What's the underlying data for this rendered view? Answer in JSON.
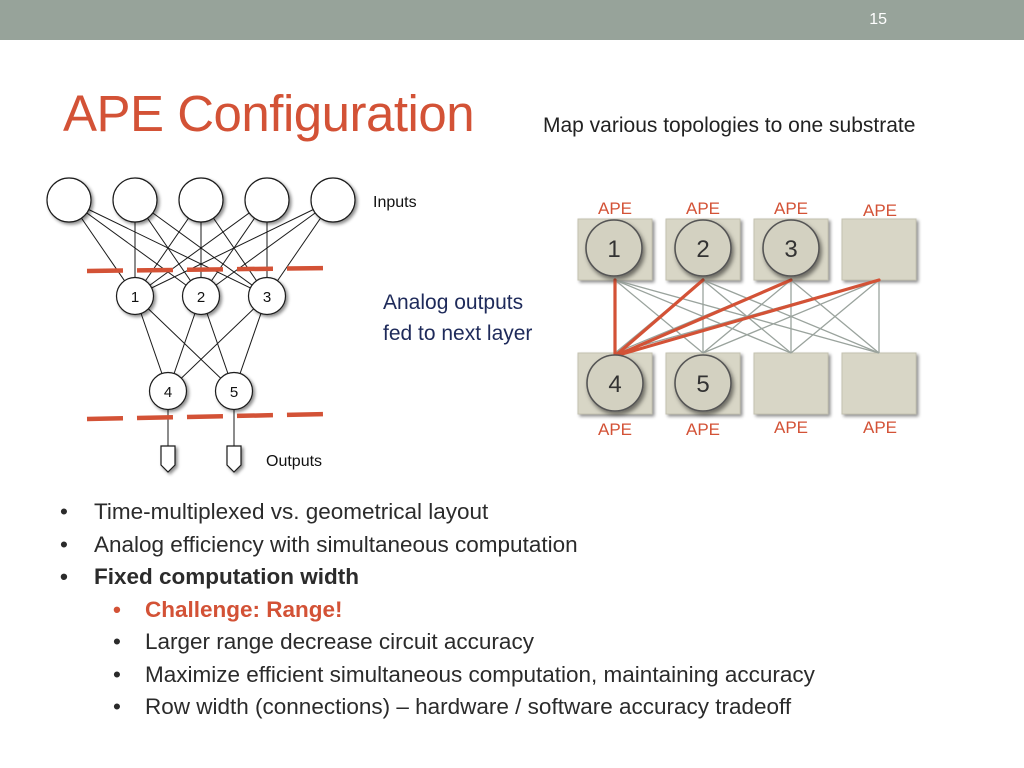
{
  "slide": {
    "number": "15",
    "title": "APE Configuration",
    "subtitle": "Map various topologies to one substrate"
  },
  "network": {
    "inputs_label": "Inputs",
    "outputs_label": "Outputs",
    "hidden_layer1": [
      "1",
      "2",
      "3"
    ],
    "hidden_layer2": [
      "4",
      "5"
    ]
  },
  "annotation": {
    "line1": "Analog outputs",
    "line2": "fed to next layer"
  },
  "ape_grid": {
    "unit_label": "APE",
    "top_row": [
      "1",
      "2",
      "3",
      ""
    ],
    "bottom_row": [
      "4",
      "5",
      "",
      ""
    ]
  },
  "bullets": [
    {
      "level": 1,
      "style": "normal",
      "text": "Time-multiplexed vs. geometrical layout"
    },
    {
      "level": 1,
      "style": "normal",
      "text": "Analog efficiency with simultaneous computation"
    },
    {
      "level": 1,
      "style": "bold",
      "text": "Fixed computation width"
    },
    {
      "level": 2,
      "style": "accent",
      "text": "Challenge: Range!"
    },
    {
      "level": 2,
      "style": "normal",
      "text": "Larger range decrease circuit accuracy"
    },
    {
      "level": 2,
      "style": "normal",
      "text": "Maximize efficient simultaneous computation, maintaining accuracy"
    },
    {
      "level": 2,
      "style": "normal",
      "text": "Row width (connections) – hardware / software accuracy tradeoff"
    }
  ],
  "colors": {
    "accent": "#d35236",
    "header_bar": "#97a39a",
    "ape_box": "#d8d6c6",
    "grid_wire": "#9aa39d"
  }
}
